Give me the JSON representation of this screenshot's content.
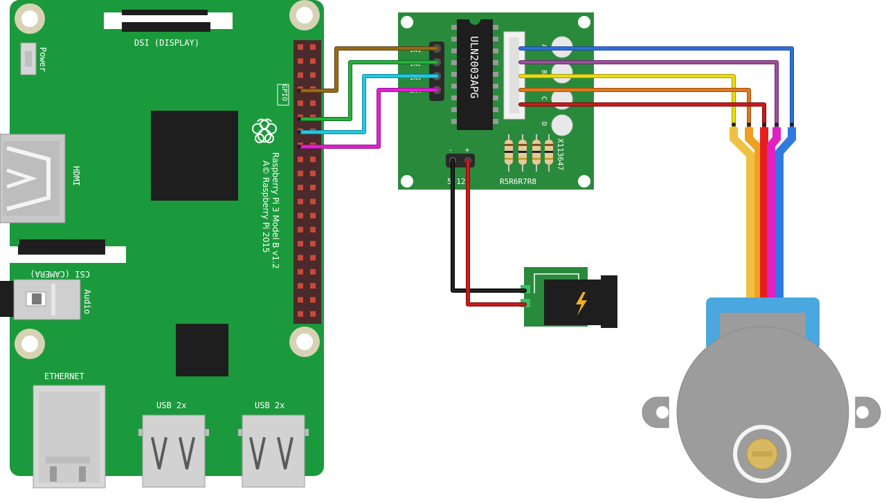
{
  "rpi": {
    "power_label": "Power",
    "dsi_label": "DSI (DISPLAY)",
    "hdmi_label": "HDMI",
    "csi_label": "CSI (CAMERA)",
    "audio_label": "Audio",
    "gpio_label": "GPIO",
    "model_line1": "Raspberry Pi 3 Model B v1.2",
    "model_line2": "A© Raspberry Pi 2015",
    "ethernet_label": "ETHERNET",
    "usb1_label": "USB 2x",
    "usb2_label": "USB 2x"
  },
  "driver": {
    "chip_label": "ULN2003APG",
    "pin_labels": [
      "IN1",
      "IN2",
      "IN3",
      "IN4"
    ],
    "led_labels": [
      "A",
      "B",
      "C",
      "D"
    ],
    "part_number": "X113647",
    "resistor_label": "R5R6R7R8",
    "power_label": "5-12V",
    "power_sign_minus": "-",
    "power_sign_plus": "+"
  },
  "wire_colors": {
    "brown": "#9a6a14",
    "green": "#22b43a",
    "cyan": "#22c8e0",
    "magenta": "#e020d0",
    "blue": "#2f6fd8",
    "purple": "#9b4f9b",
    "yellow": "#ecdc10",
    "orange": "#e07a1e",
    "red": "#cc1a1a",
    "black": "#1a1a1a"
  },
  "colors": {
    "pcb_green": "#1a9a3c",
    "driver_green": "#2a8a3c",
    "motor_body": "#9c9c9c",
    "motor_cap": "#4aa7e0"
  }
}
